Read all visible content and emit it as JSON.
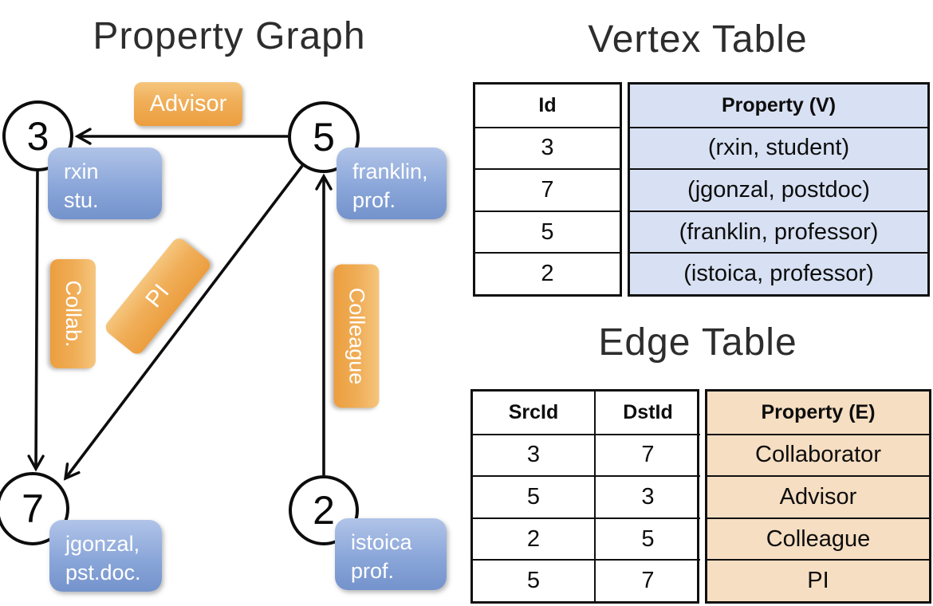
{
  "graph": {
    "title": "Property Graph",
    "vertices": [
      {
        "id": "3",
        "prop_line1": "rxin",
        "prop_line2": "stu."
      },
      {
        "id": "5",
        "prop_line1": "franklin,",
        "prop_line2": "prof."
      },
      {
        "id": "7",
        "prop_line1": "jgonzal,",
        "prop_line2": "pst.doc."
      },
      {
        "id": "2",
        "prop_line1": "istoica",
        "prop_line2": "prof."
      }
    ],
    "edge_labels": {
      "advisor": "Advisor",
      "collab": "Collab.",
      "pi": "PI",
      "colleague": "Colleague"
    }
  },
  "vertex_table": {
    "title": "Vertex Table",
    "columns": [
      "Id",
      "Property (V)"
    ],
    "rows": [
      [
        "3",
        "(rxin, student)"
      ],
      [
        "7",
        "(jgonzal, postdoc)"
      ],
      [
        "5",
        "(franklin, professor)"
      ],
      [
        "2",
        "(istoica, professor)"
      ]
    ]
  },
  "edge_table": {
    "title": "Edge Table",
    "columns": [
      "SrcId",
      "DstId",
      "Property (E)"
    ],
    "rows": [
      [
        "3",
        "7",
        "Collaborator"
      ],
      [
        "5",
        "3",
        "Advisor"
      ],
      [
        "2",
        "5",
        "Colleague"
      ],
      [
        "5",
        "7",
        "PI"
      ]
    ]
  },
  "colors": {
    "edge_label_orange": "#ec9e3f",
    "vertex_prop_blue": "#7d9bd3",
    "vertex_table_fill": "#d8e1f3",
    "edge_table_fill": "#f6dec2",
    "line_black": "#0d0d0d",
    "title_text": "#2d2d2d"
  }
}
